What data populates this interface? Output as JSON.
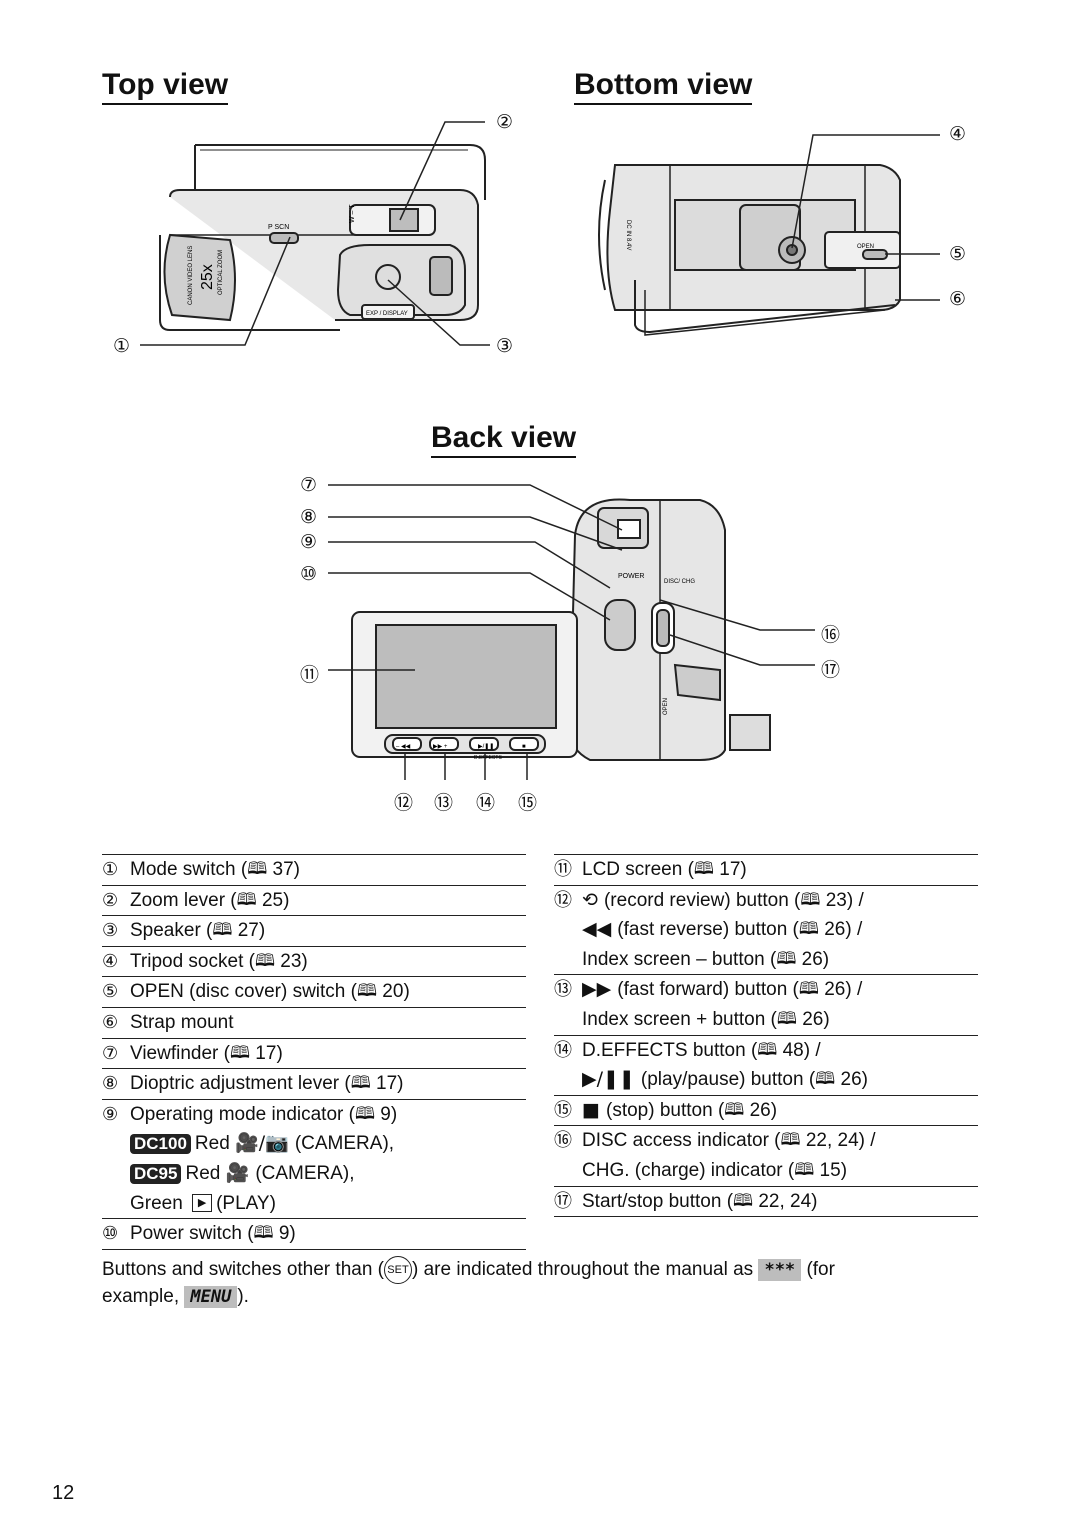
{
  "headings": {
    "top": "Top view",
    "bottom": "Bottom view",
    "back": "Back view"
  },
  "figure_labels": {
    "c1": "①",
    "c2": "②",
    "c3": "③",
    "c4": "④",
    "c5": "⑤",
    "c6": "⑥",
    "c7": "⑦",
    "c8": "⑧",
    "c9": "⑨",
    "c10": "⑩",
    "c11": "⑪",
    "c12": "⑫",
    "c13": "⑬",
    "c14": "⑭",
    "c15": "⑮",
    "c16": "⑯",
    "c17": "⑰"
  },
  "left_rows": [
    {
      "num": "①",
      "text": "Mode switch (",
      "ref": "37)"
    },
    {
      "num": "②",
      "text": "Zoom lever (",
      "ref": "25)"
    },
    {
      "num": "③",
      "text": "Speaker (",
      "ref": "27)"
    },
    {
      "num": "④",
      "text": "Tripod socket (",
      "ref": "23)"
    },
    {
      "num": "⑤",
      "text": "OPEN (disc cover) switch (",
      "ref": "20)"
    },
    {
      "num": "⑥",
      "text": "Strap mount"
    },
    {
      "num": "⑦",
      "text": "Viewfinder (",
      "ref": "17)"
    },
    {
      "num": "⑧",
      "text": "Dioptric adjustment lever (",
      "ref": "17)"
    },
    {
      "num": "⑨",
      "text": "Operating mode indicator (",
      "ref": "9)",
      "sub": [
        {
          "model": "DC100",
          "color": "Red",
          "glyph": "🎥/📷",
          "text": "(CAMERA),"
        },
        {
          "model": "DC95",
          "color": "Red",
          "glyph": "🎥",
          "text": "(CAMERA),"
        },
        {
          "color": "Green",
          "glyph": "▶",
          "text": "(PLAY)"
        }
      ]
    },
    {
      "num": "⑩",
      "text": "Power switch (",
      "ref": "9)"
    }
  ],
  "right_rows": [
    {
      "num": "⑪",
      "lines": [
        "LCD screen (|17)"
      ]
    },
    {
      "num": "⑫",
      "lines": [
        "⟲|(record review) button (|23) /",
        "◀◀|(fast reverse) button (|26) /",
        "Index screen – button  (|26)"
      ]
    },
    {
      "num": "⑬",
      "lines": [
        "▶▶|(fast forward) button (|26) /",
        "Index screen + button (|26)"
      ]
    },
    {
      "num": "⑭",
      "lines": [
        "D.EFFECTS button (|48) /",
        "▶/❚❚|(play/pause) button (|26)"
      ]
    },
    {
      "num": "⑮",
      "lines": [
        "■|(stop) button (|26)"
      ]
    },
    {
      "num": "⑯",
      "lines": [
        "DISC access indicator (|22, 24) /",
        "CHG. (charge) indicator (|15)"
      ]
    },
    {
      "num": "⑰",
      "lines": [
        "Start/stop button (|22, 24)"
      ]
    }
  ],
  "book_icon": "🕮",
  "footer": {
    "before_set": "Buttons and switches other than (",
    "set_label": "SET",
    "after_set": ") are indicated throughout the manual as",
    "stars": "***",
    "for": "(for",
    "example": "example,",
    "menu": "MENU",
    "end": ")."
  },
  "page_number": "12",
  "camera_print": {
    "zoom": "25x",
    "optical": "OPTICAL ZOOM",
    "lens": "CANON VIDEO LENS",
    "p_scn": "P     SCN",
    "w_t": "W – T",
    "exp_display": "EXP / DISPLAY",
    "power": "POWER",
    "disc_chg": "DISC/\nCHG",
    "open": "OPEN",
    "dcin": "DC IN 8.4V",
    "btn1": "– ◀◀",
    "btn2": "▶▶ +",
    "btn3": "▶/❚❚",
    "btn4": "■",
    "d_effects": "D.EFFECTS"
  }
}
